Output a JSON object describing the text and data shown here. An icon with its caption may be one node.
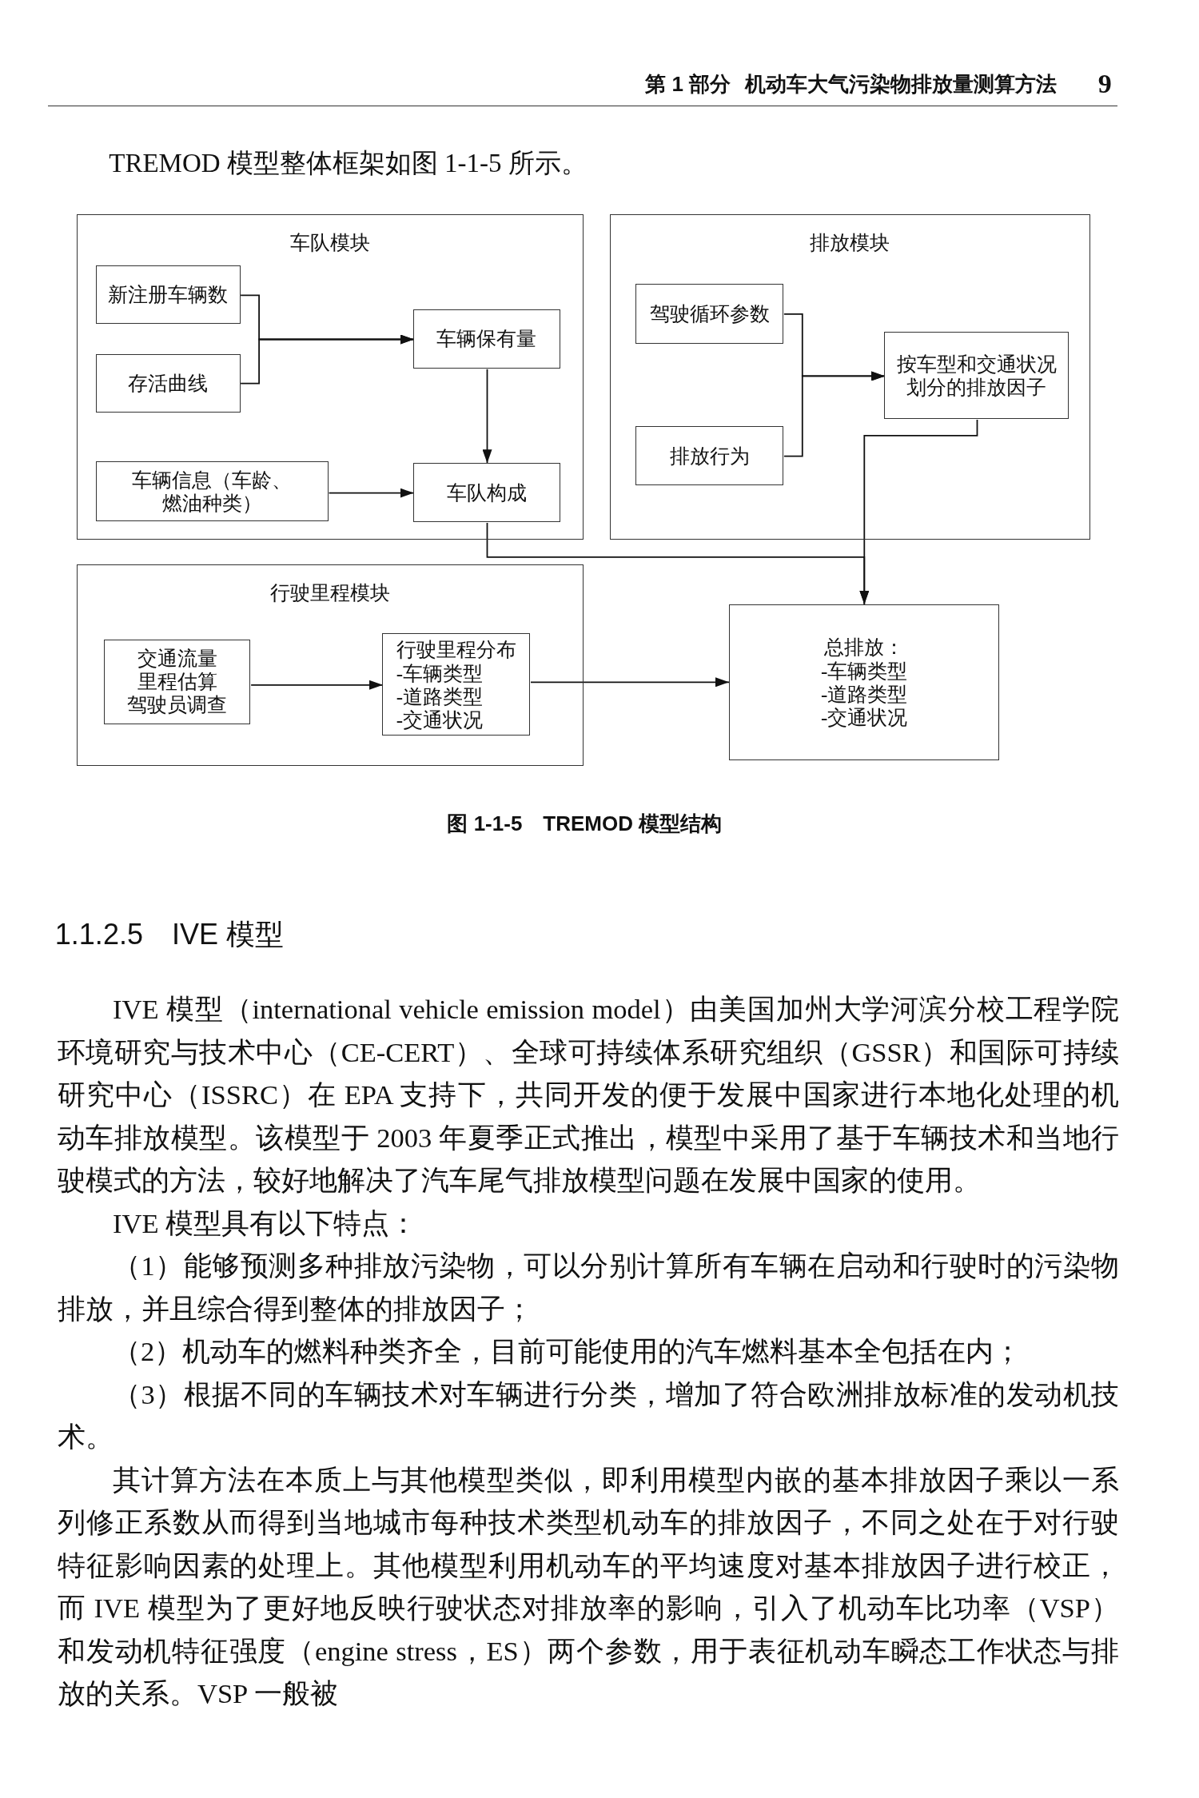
{
  "diagram": {
    "caption": "图 1-1-5　TREMOD 模型结构",
    "nodes": [
      {
        "text": [
          "车队模块"
        ]
      },
      {
        "text": [
          "新注册车辆数"
        ],
        "in": 0
      },
      {
        "text": [
          "存活曲线"
        ],
        "in": 0
      },
      {
        "text": [
          "车辆保有量"
        ],
        "in": 0
      },
      {
        "text": [
          "车辆信息（车龄、燃油种类）"
        ],
        "in": 0
      },
      {
        "text": [
          "车队构成"
        ],
        "in": 0
      },
      {
        "text": [
          "排放模块"
        ]
      },
      {
        "text": [
          "驾驶循环参数"
        ],
        "in": 6
      },
      {
        "text": [
          "排放行为"
        ],
        "in": 6
      },
      {
        "text": [
          "按车型和交通状况划分的排放因子"
        ],
        "in": 6
      },
      {
        "text": [
          "行驶里程模块"
        ]
      },
      {
        "text": [
          "交通流量",
          "里程估算",
          "驾驶员调查"
        ],
        "in": 10
      },
      {
        "text": [
          "行驶里程分布",
          "-车辆类型",
          "-道路类型",
          "-交通状况"
        ],
        "in": 10
      },
      {
        "text": [
          "总排放：",
          "-车辆类型",
          "-道路类型",
          "-交通状况"
        ]
      }
    ],
    "edges": [
      {
        "from": 1,
        "to": 3,
        "arrow": "to"
      },
      {
        "from": 2,
        "to": 3,
        "arrow": "to"
      },
      {
        "from": 3,
        "to": 5,
        "arrow": "to"
      },
      {
        "from": 4,
        "to": 5,
        "arrow": "to"
      },
      {
        "from": 7,
        "to": 9,
        "arrow": "to"
      },
      {
        "from": 8,
        "to": 9,
        "arrow": "to"
      },
      {
        "from": 5,
        "to": 13,
        "arrow": "to"
      },
      {
        "from": 9,
        "to": 13,
        "arrow": "to"
      },
      {
        "from": 11,
        "to": 12,
        "arrow": "to"
      },
      {
        "from": 12,
        "to": 13,
        "arrow": "to"
      }
    ],
    "labels": [
      "第 1 部分",
      "机动车大气污染物排放量测算方法",
      "9",
      "TREMOD 模型整体框架如图 1-1-5 所示。",
      "1.1.2.5　IVE 模型",
      "IVE 模型（international vehicle emission model）由美国加州大学河滨分校工程学院环境研究与技术中心（CE-CERT）、全球可持续体系研究组织（GSSR）和国际可持续研究中心（ISSRC）在 EPA 支持下，共同开发的便于发展中国家进行本地化处理的机动车排放模型。该模型于 2003 年夏季正式推出，模型中采用了基于车辆技术和当地行驶模式的方法，较好地解决了汽车尾气排放模型问题在发展中国家的使用。",
      "IVE 模型具有以下特点：",
      "（1）能够预测多种排放污染物，可以分别计算所有车辆在启动和行驶时的污染物排放，并且综合得到整体的排放因子；",
      "（2）机动车的燃料种类齐全，目前可能使用的汽车燃料基本全包括在内；",
      "（3）根据不同的车辆技术对车辆进行分类，增加了符合欧洲排放标准的发动机技术。",
      "其计算方法在本质上与其他模型类似，即利用模型内嵌的基本排放因子乘以一系列修正系数从而得到当地城市每种技术类型机动车的排放因子，不同之处在于对行驶特征影响因素的处理上。其他模型利用机动车的平均速度对基本排放因子进行校正，而 IVE 模型为了更好地反映行驶状态对排放率的影响，引入了机动车比功率（VSP）和发动机特征强度（engine stress，ES）两个参数，用于表征机动车瞬态工作状态与排放的关系。VSP 一般被"
    ]
  }
}
